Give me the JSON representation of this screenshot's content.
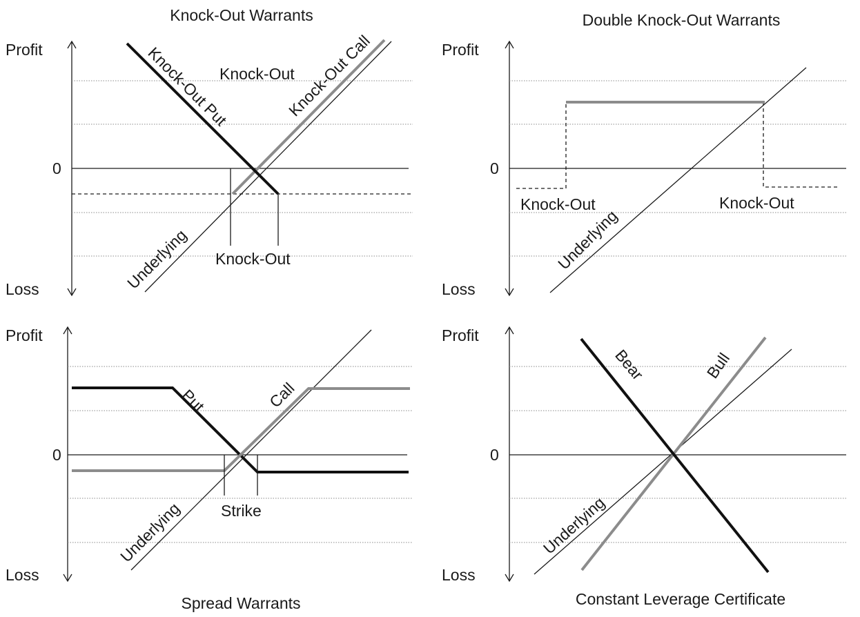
{
  "colors": {
    "bold_black": "#111111",
    "bold_gray": "#8c8c8c",
    "thin": "#1a1a1a",
    "grid": "#8a8a8a"
  },
  "axis": {
    "profit": "Profit",
    "loss": "Loss",
    "zero": "0"
  },
  "panels": {
    "knock_out": {
      "title": "Knock-Out Warrants",
      "put_label": "Knock-Out Put",
      "call_label": "Knock-Out Call",
      "barrier_label_top": "Knock-Out",
      "barrier_label_bottom": "Knock-Out",
      "underlying_label": "Underlying"
    },
    "double_knock_out": {
      "title": "Double Knock-Out Warrants",
      "left_barrier_label": "Knock-Out",
      "right_barrier_label": "Knock-Out",
      "underlying_label": "Underlying"
    },
    "spread": {
      "title": "Spread Warrants",
      "put_label": "Put",
      "call_label": "Call",
      "strike_label": "Strike",
      "underlying_label": "Underlying"
    },
    "constant_leverage": {
      "title": "Constant Leverage Certificate",
      "bear_label": "Bear",
      "bull_label": "Bull",
      "underlying_label": "Underlying"
    }
  }
}
